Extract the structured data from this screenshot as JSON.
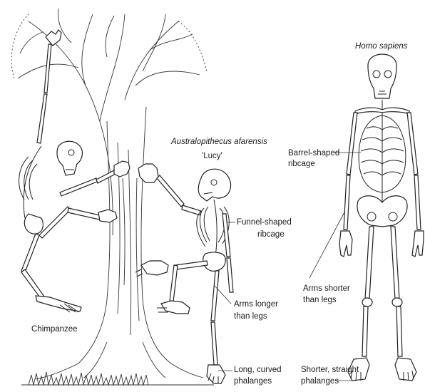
{
  "labels": {
    "homo_sapiens": "Homo sapiens",
    "australopithecus_species": "Australopithecus afarensis",
    "australopithecus_nickname": "'Lucy'",
    "barrel_ribcage_line1": "Barrel-shaped",
    "barrel_ribcage_line2": "ribcage",
    "funnel_ribcage_line1": "Funnel-shaped",
    "funnel_ribcage_line2": "ribcage",
    "arms_longer_line1": "Arms longer",
    "arms_longer_line2": "than legs",
    "arms_shorter_line1": "Arms shorter",
    "arms_shorter_line2": "than legs",
    "chimpanzee": "Chimpanzee",
    "long_phalanges_line1": "Long, curved",
    "long_phalanges_line2": "phalanges",
    "short_phalanges_line1": "Shorter, straight",
    "short_phalanges_line2": "phalanges"
  }
}
